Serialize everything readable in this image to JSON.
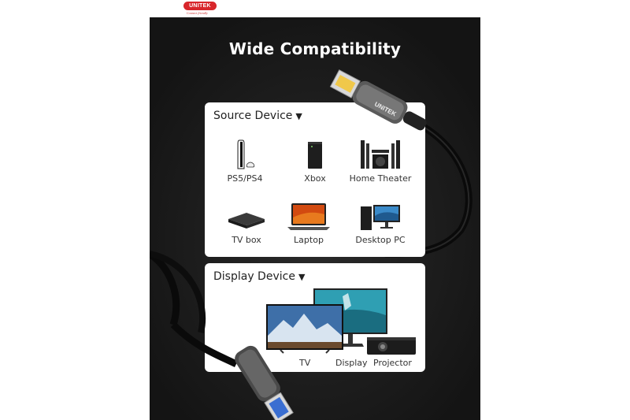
{
  "brand": {
    "logo_text": "UNITEK",
    "tagline": "Connect friendly"
  },
  "title": "Wide Compatibility",
  "source_card": {
    "heading": "Source Device",
    "arrow": "▼",
    "items": [
      {
        "label": "PS5/PS4",
        "icon": "console-icon"
      },
      {
        "label": "Xbox",
        "icon": "xbox-icon"
      },
      {
        "label": "Home Theater",
        "icon": "home-theater-icon"
      },
      {
        "label": "TV box",
        "icon": "tv-box-icon"
      },
      {
        "label": "Laptop",
        "icon": "laptop-icon"
      },
      {
        "label": "Desktop PC",
        "icon": "desktop-pc-icon"
      }
    ]
  },
  "display_card": {
    "heading": "Display Device",
    "arrow": "▼",
    "labels": {
      "tv": "TV",
      "display": "Display",
      "projector": "Projector"
    }
  },
  "connector_brand": "UNITEK",
  "colors": {
    "panel": "#1a1a1a",
    "brand_red": "#d8262b",
    "card": "#ffffff"
  }
}
